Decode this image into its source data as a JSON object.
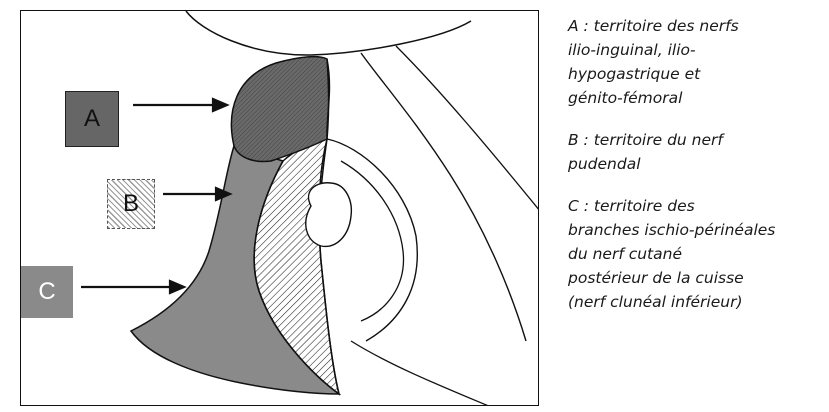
{
  "tags": {
    "a": "A",
    "b": "B",
    "c": "C"
  },
  "legend": {
    "a": "A : territoire des nerfs\nilio-inguinal, ilio-\nhypogastrique et\ngénito-fémoral",
    "b": "B : territoire du nerf\npudendal",
    "c": "C : territoire des\nbranches ischio-périnéales\ndu nerf cutané\npostérieur de la cuisse\n(nerf clunéal inférieur)"
  },
  "colors": {
    "zone_a": "#666666",
    "zone_c": "#8a8a8a",
    "hatch": "#222222",
    "outline": "#111111"
  }
}
